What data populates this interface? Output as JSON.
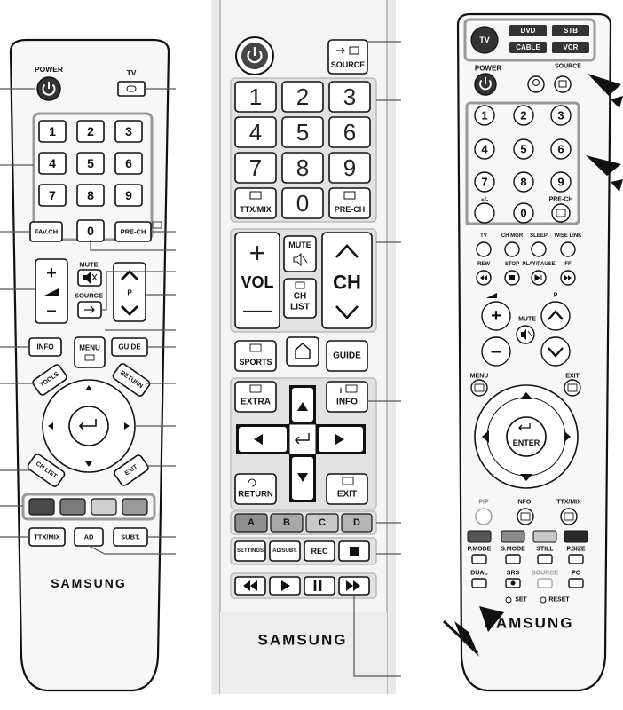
{
  "remote1": {
    "power_label": "POWER",
    "tv_label": "TV",
    "digits": [
      "1",
      "2",
      "3",
      "4",
      "5",
      "6",
      "7",
      "8",
      "9",
      "0"
    ],
    "favch": "FAV.CH",
    "prech": "PRE-CH",
    "mute": "MUTE",
    "source": "SOURCE",
    "p_label": "P",
    "info": "INFO",
    "menu": "MENU",
    "guide": "GUIDE",
    "tools": "TOOLS",
    "return": "RETURN",
    "chlist": "CH LIST",
    "exit": "EXIT",
    "ttxmix": "TTX/MIX",
    "ad": "AD",
    "subt": "SUBT.",
    "brand": "SAMSUNG"
  },
  "remote2": {
    "source": "SOURCE",
    "digits": [
      "1",
      "2",
      "3",
      "4",
      "5",
      "6",
      "7",
      "8",
      "9",
      "0"
    ],
    "ttxmix": "TTX/MIX",
    "prech": "PRE-CH",
    "vol": "VOL",
    "mute": "MUTE",
    "ch": "CH",
    "chlist_1": "CH",
    "chlist_2": "LIST",
    "sports": "SPORTS",
    "guide": "GUIDE",
    "extra": "EXTRA",
    "info": "INFO",
    "return": "RETURN",
    "exit": "EXIT",
    "colors": [
      "A",
      "B",
      "C",
      "D"
    ],
    "settings": "SETTINGS",
    "adsubt": "AD/SUBT.",
    "rec": "REC",
    "brand": "SAMSUNG"
  },
  "remote3": {
    "tv": "TV",
    "modes": [
      "DVD",
      "STB",
      "CABLE",
      "VCR"
    ],
    "power": "POWER",
    "source": "SOURCE",
    "digits": [
      "1",
      "2",
      "3",
      "4",
      "5",
      "6",
      "7",
      "8",
      "9",
      "0"
    ],
    "dash": "+/-",
    "prech": "PRE-CH",
    "row_labels": [
      "TV",
      "CH MGR",
      "SLEEP",
      "WISE LINK"
    ],
    "row2_labels": [
      "REW",
      "STOP",
      "PLAY/PAUSE",
      "FF"
    ],
    "mute": "MUTE",
    "p_label": "P",
    "menu": "MENU",
    "exit": "EXIT",
    "enter": "ENTER",
    "pip": "PIP",
    "info": "INFO",
    "ttxmix": "TTX/MIX",
    "pmode": "P.MODE",
    "smode": "S.MODE",
    "still": "STILL",
    "psize": "P.SIZE",
    "dual": "DUAL",
    "srs": "SRS",
    "source2": "SOURCE",
    "pc": "PC",
    "set": "SET",
    "reset": "RESET",
    "brand": "SAMSUNG"
  },
  "colors": {
    "key_red_r1": "#4a4a4a",
    "key_green_r1": "#7a7a7a",
    "key_yellow_r1": "#cfcfcf",
    "key_blue_r1": "#9a9a9a",
    "key_a": "#8f8f8f",
    "key_b": "#a8a8a8",
    "key_c": "#c8c8c8",
    "key_d": "#b4b4b4",
    "body_mid": "#f4f4f4"
  }
}
